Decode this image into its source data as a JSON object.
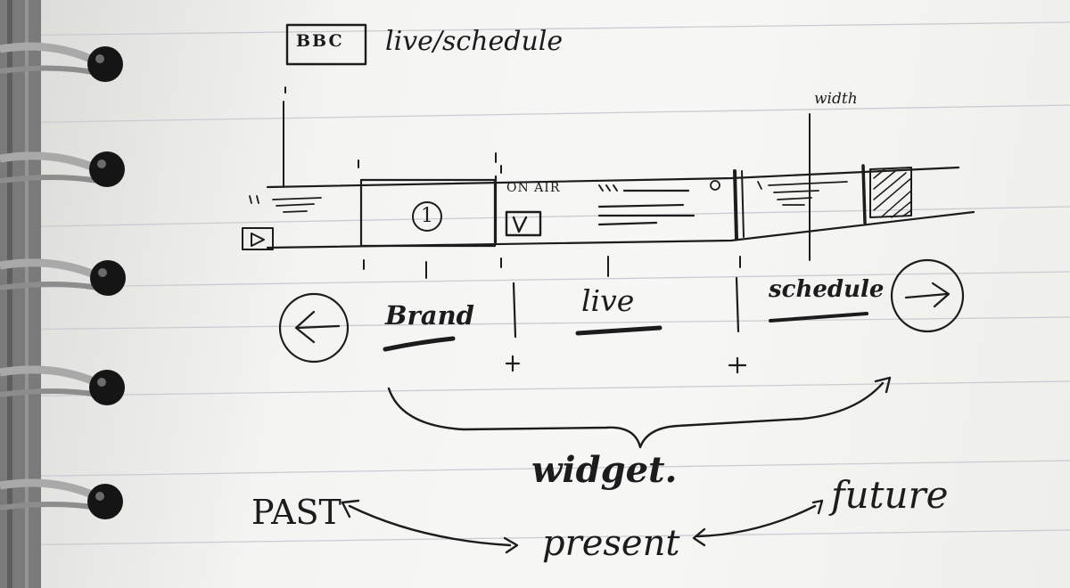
{
  "sketch": {
    "title_logo": "BBC",
    "title_text": "live/schedule",
    "width_label": "width",
    "on_air_label": "ON AIR",
    "channel_number": "1",
    "sections": {
      "brand": "Brand",
      "live": "live",
      "schedule": "schedule"
    },
    "widget_label": "widget.",
    "timeline": {
      "past": "PAST",
      "present": "present",
      "future": "future"
    }
  },
  "icons": {
    "binding": "spiral-binding-icon",
    "play": "play-icon",
    "arrow_left": "arrow-left-icon",
    "arrow_right": "arrow-right-icon",
    "on_air_badge": "on-air-badge-icon"
  },
  "colors": {
    "ink": "#1c1c1c",
    "paper": "#f4f4f2",
    "rule_line": "#c9ccd2",
    "spiral_metal": "#a9a9a9",
    "spiral_hole": "#151515"
  }
}
